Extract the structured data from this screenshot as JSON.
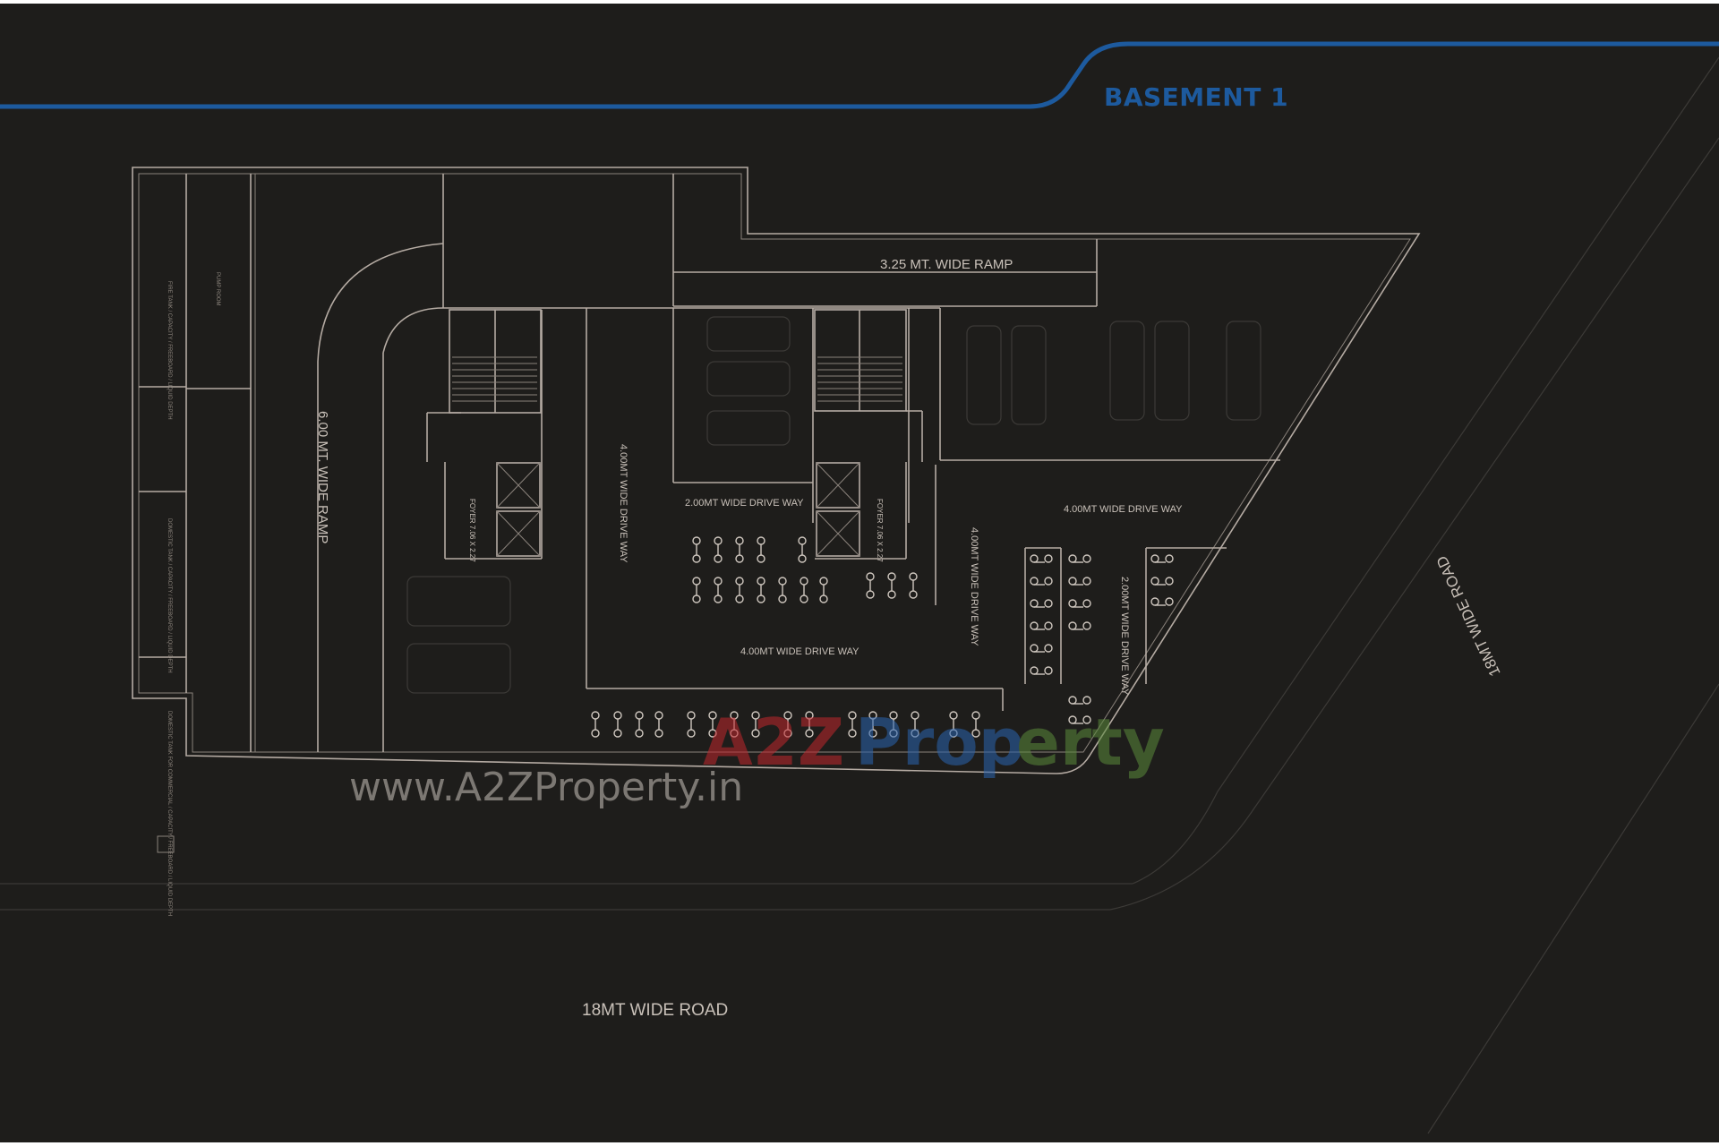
{
  "title": "BASEMENT 1",
  "colors": {
    "background": "#1e1d1b",
    "accent": "#1d5a9e",
    "lines": "#b5aba3"
  },
  "labels": {
    "ramp_325": "3.25 MT. WIDE RAMP",
    "ramp_600": "6.00 MT. WIDE RAMP",
    "drive_400_vertical": "4.00MT WIDE DRIVE WAY",
    "drive_200_top": "2.00MT WIDE DRIVE WAY",
    "drive_400_right_top": "4.00MT WIDE DRIVE WAY",
    "drive_400_right_vertical": "4.00MT WIDE DRIVE WAY",
    "drive_200_right": "2.00MT WIDE DRIVE WAY",
    "drive_400_bottom": "4.00MT WIDE DRIVE WAY",
    "foyer_left": "FOYER 7.06 X 2.27",
    "foyer_right": "FOYER 7.06 X 2.27",
    "road_bottom": "18MT WIDE ROAD",
    "road_right": "18MT WIDE ROAD",
    "pump_room": "PUMP ROOM",
    "fire_tank": "FIRE TANK / CAPACITY / FREEBOARD / LIQUID DEPTH",
    "domestic_tank": "DOMESTIC TANK / CAPACITY / FREEBOARD / LIQUID DEPTH",
    "domestic_tank_commercial": "DOMESTIC TANK FOR COMMERCIAL / CAPACITY / FREEBOARD / LIQUID DEPTH"
  },
  "watermark": {
    "logo": "A2Z Property",
    "url": "www.A2ZProperty.in"
  }
}
